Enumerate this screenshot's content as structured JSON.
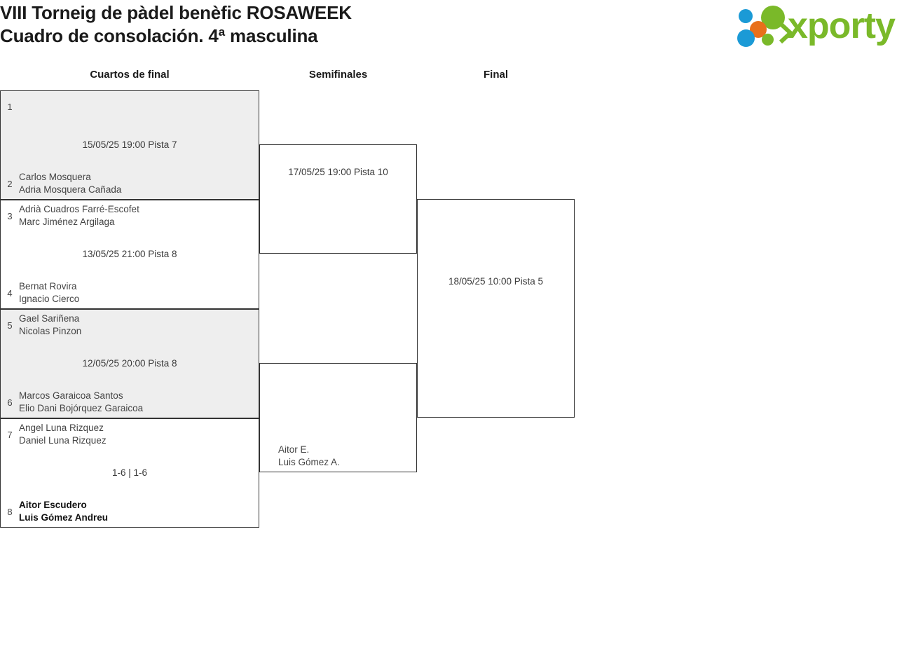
{
  "header": {
    "title_line1": "VIII Torneig de pàdel benèfic ROSAWEEK",
    "title_line2": "Cuadro de consolación. 4ª masculina",
    "logo_text": "xporty"
  },
  "colors": {
    "logo_green": "#7ab929",
    "logo_blue": "#1b9ad6",
    "logo_orange": "#e8701a",
    "shaded_row": "#eeeeee",
    "border": "#333333",
    "text": "#444444",
    "winner_text": "#111111"
  },
  "rounds": [
    {
      "label": "Cuartos de final"
    },
    {
      "label": "Semifinales"
    },
    {
      "label": "Final"
    }
  ],
  "quarterfinals": [
    {
      "shaded": true,
      "top": {
        "seed": "1",
        "player1": "",
        "player2": "",
        "winner": false
      },
      "bottom": {
        "seed": "2",
        "player1": "Carlos Mosquera",
        "player2": "Adria Mosquera Cañada",
        "winner": false
      },
      "meta": "15/05/25 19:00 Pista 7"
    },
    {
      "shaded": false,
      "top": {
        "seed": "3",
        "player1": "Adrià Cuadros Farré-Escofet",
        "player2": "Marc Jiménez Argilaga",
        "winner": false
      },
      "bottom": {
        "seed": "4",
        "player1": "Bernat Rovira",
        "player2": "Ignacio Cierco",
        "winner": false
      },
      "meta": "13/05/25 21:00 Pista 8"
    },
    {
      "shaded": true,
      "top": {
        "seed": "5",
        "player1": "Gael Sariñena",
        "player2": "Nicolas Pinzon",
        "winner": false
      },
      "bottom": {
        "seed": "6",
        "player1": "Marcos Garaicoa Santos",
        "player2": "Elio Dani Bojórquez Garaicoa",
        "winner": false
      },
      "meta": "12/05/25 20:00 Pista 8"
    },
    {
      "shaded": false,
      "top": {
        "seed": "7",
        "player1": "Angel Luna Rizquez",
        "player2": "Daniel Luna Rizquez",
        "winner": false
      },
      "bottom": {
        "seed": "8",
        "player1": "Aitor Escudero",
        "player2": "Luis Gómez Andreu",
        "winner": true
      },
      "meta": "1-6 | 1-6"
    }
  ],
  "semifinals": [
    {
      "top": {
        "seed": "",
        "player1": "",
        "player2": "",
        "winner": false
      },
      "bottom": {
        "seed": "",
        "player1": "",
        "player2": "",
        "winner": false
      },
      "meta": "17/05/25 19:00 Pista 10"
    },
    {
      "top": {
        "seed": "",
        "player1": "",
        "player2": "",
        "winner": false
      },
      "bottom": {
        "seed": "",
        "player1": "Aitor E.",
        "player2": "Luis Gómez A.",
        "winner": false
      },
      "meta": ""
    }
  ],
  "final": [
    {
      "top": {
        "seed": "",
        "player1": "",
        "player2": "",
        "winner": false
      },
      "bottom": {
        "seed": "",
        "player1": "",
        "player2": "",
        "winner": false
      },
      "meta": "18/05/25 10:00 Pista 5"
    }
  ]
}
